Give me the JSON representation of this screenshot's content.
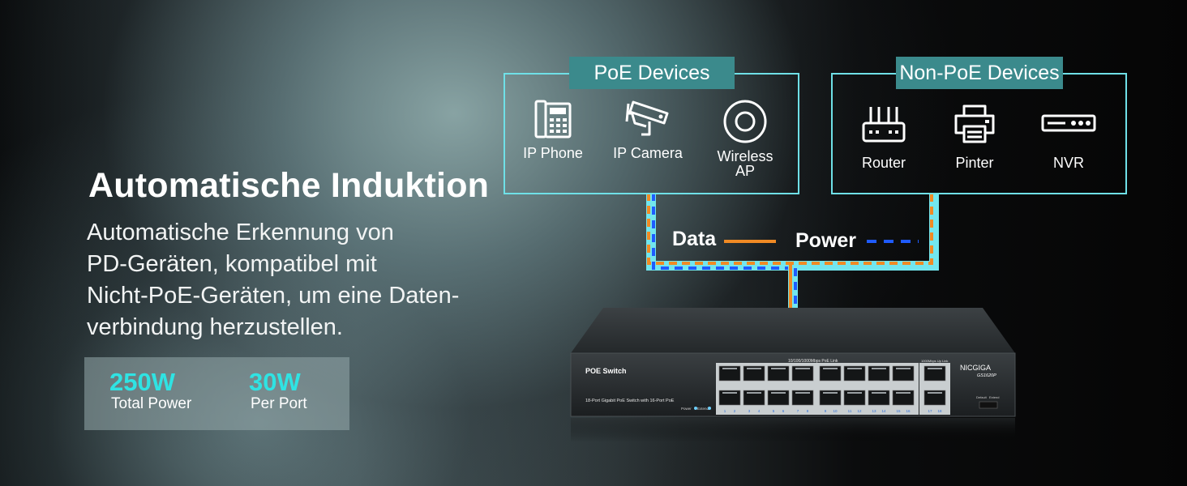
{
  "headline": "Automatische Induktion",
  "description_lines": [
    "Automatische Erkennung von",
    "PD-Geräten, kompatibel mit",
    "Nicht-PoE-Geräten, um eine Daten-",
    "verbindung herzustellen."
  ],
  "stats": [
    {
      "value": "250W",
      "label": "Total Power"
    },
    {
      "value": "30W",
      "label": "Per Port"
    }
  ],
  "poe_group": {
    "title": "PoE Devices",
    "devices": [
      {
        "label": "IP Phone",
        "icon": "ip-phone-icon"
      },
      {
        "label": "IP Camera",
        "icon": "ip-camera-icon"
      },
      {
        "label_lines": [
          "Wireless",
          "AP"
        ],
        "icon": "wireless-ap-icon"
      }
    ]
  },
  "non_poe_group": {
    "title": "Non-PoE Devices",
    "devices": [
      {
        "label": "Router",
        "icon": "router-icon"
      },
      {
        "label": "Pinter",
        "icon": "printer-icon"
      },
      {
        "label": "NVR",
        "icon": "nvr-icon"
      }
    ]
  },
  "legend": {
    "data": "Data",
    "power": "Power"
  },
  "colors": {
    "data_line": "#f08a24",
    "power_line": "#1f5bff",
    "cable": "#72e6ee",
    "accent": "#2fe3e3",
    "title_bg": "#3b8a8c"
  },
  "switch": {
    "label": "POE Switch",
    "brand": "NICGIGA",
    "model": "GS1620P",
    "subtitle": "18-Port Gigabit PoE Switch with 16-Port PoE",
    "poe_link_label": "10/100/1000Mbps PoE Link",
    "uplink_label": "1000Mbps Up Link",
    "power_label": "Power",
    "extend_label": "Extend",
    "default_label": "Default",
    "extend_switch_label": "Extend",
    "port_numbers": [
      "1",
      "2",
      "3",
      "4",
      "5",
      "6",
      "7",
      "8",
      "9",
      "10",
      "11",
      "12",
      "13",
      "14",
      "15",
      "16",
      "17",
      "18"
    ]
  }
}
